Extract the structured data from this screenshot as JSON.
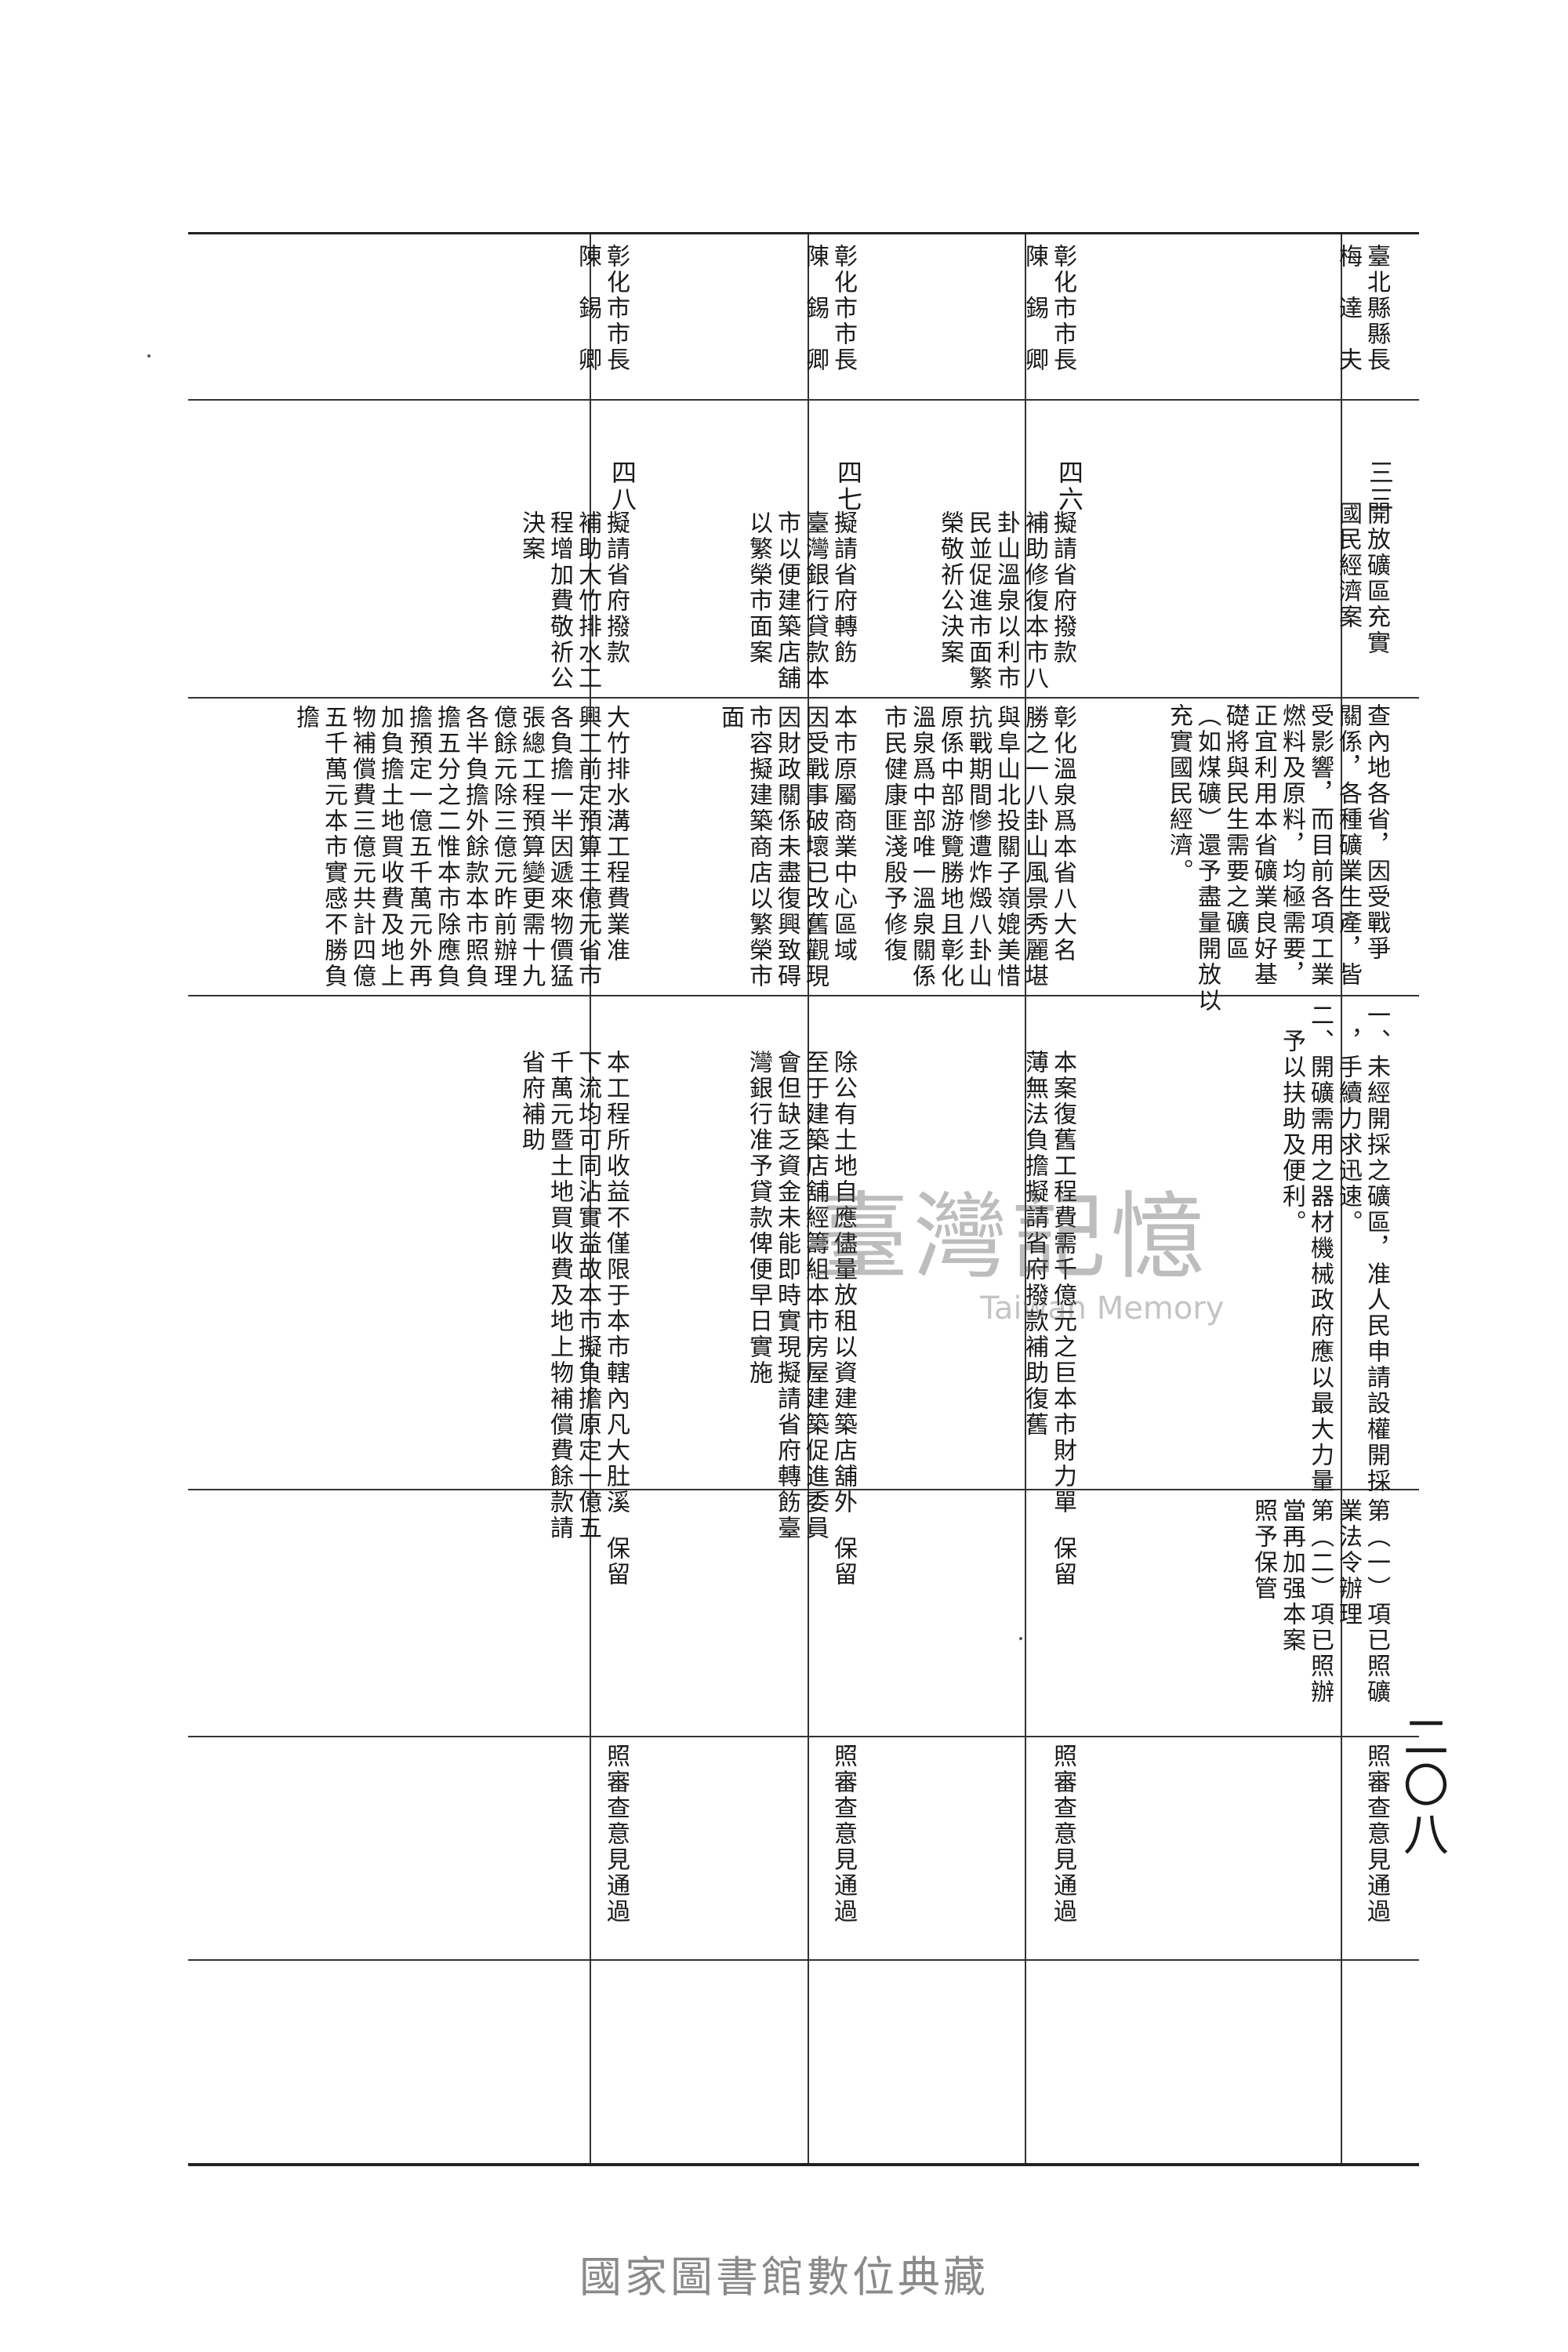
{
  "page_number": "二〇八",
  "watermark": {
    "chinese": "臺灣記憶",
    "english": "Taiwan Memory"
  },
  "footer": "國家圖書館數位典藏",
  "rows": [
    {
      "proposer": [
        "臺北縣縣長",
        "梅　達　夫"
      ],
      "number": "三三",
      "title": [
        "開放礦區充實",
        "國民經濟案"
      ],
      "reason": [
        "查內地各省，因受戰爭",
        "關係，各種礦業生產，皆",
        "受影響，而目前各項工業",
        "燃料及原料，均極需要，",
        "正宜利用本省礦業良好基",
        "礎將與民生需要之礦區",
        "（如煤礦）還予盡量開放以",
        "充實國民經濟。"
      ],
      "method": [
        "一、未經開採之礦區，准人民申請設權開採",
        "　，手續力求迅速。",
        "二、開礦需用之器材機械政府應以最大力量",
        "　予以扶助及便利。"
      ],
      "review": [
        "第（一）項已照礦",
        "業法令辦理",
        "第（二）項已照辦",
        "當再加强本案",
        "照予保管"
      ],
      "decision": "照審查意見通過"
    },
    {
      "proposer": [
        "彰化市市長",
        "陳　錫　卿"
      ],
      "number": "四六",
      "title": [
        "擬請省府撥款",
        "補助修復本市八",
        "卦山溫泉以利市",
        "民並促進市面繁",
        "榮敬祈公決案"
      ],
      "reason": [
        "彰化溫泉爲本省八大名",
        "勝之一八卦山風景秀麗堪",
        "與阜山北投關子嶺媲美惜",
        "抗戰期間慘遭炸燬八卦山",
        "原係中部游覽勝地且彰化",
        "溫泉爲中部唯一溫泉關係",
        "市民健康匪淺殷予修復"
      ],
      "method": [
        "本案復舊工程費需千億元之巨本市財力單",
        "薄無法負擔擬請省府撥款補助復舊"
      ],
      "review": [
        "保留"
      ],
      "decision": "照審查意見通過"
    },
    {
      "proposer": [
        "彰化市市長",
        "陳　錫　卿"
      ],
      "number": "四七",
      "title": [
        "擬請省府轉飭",
        "臺灣銀行貸款本",
        "市以便建築店舖",
        "以繁榮市面案"
      ],
      "reason": [
        "本市原屬商業中心區域",
        "因受戰事破壞已改舊觀現",
        "因財政關係未盡復興致碍",
        "市容擬建築商店以繁榮市",
        "面"
      ],
      "method": [
        "除公有土地自應儘量放租以資建築店舖外",
        "至于建築店舖經籌組本市房屋建築促進委員",
        "會但缺乏資金未能即時實現擬請省府轉飭臺",
        "灣銀行准予貸款俾便早日實施"
      ],
      "review": [
        "保留"
      ],
      "decision": "照審查意見通過"
    },
    {
      "proposer": [
        "彰化市市長",
        "陳　錫　卿"
      ],
      "number": "四八",
      "title": [
        "擬請省府撥款",
        "補助大竹排水工",
        "程增加費敬祈公",
        "決案"
      ],
      "reason": [
        "大竹排水溝工程費業准",
        "興工前定預算三億元省市",
        "各負擔一半因遞來物價猛",
        "張總工程預算變更需十九",
        "億餘元除三億元昨前辦理",
        "各半負擔外餘款本市照負",
        "擔五分之二惟本市除應負",
        "擔預定一億五千萬元外再",
        "加負擔土地買收費及地上",
        "物補償費三億元共計四億",
        "五千萬元本市實感不勝負",
        "擔"
      ],
      "method": [
        "本工程所收益不僅限于本市轄內凡大肚溪",
        "下流均可同沾實益故本市擬負擔原定一億五",
        "千萬元暨土地買收費及地上物補償費餘款請",
        "省府補助"
      ],
      "review": [
        "保留"
      ],
      "decision": "照審查意見通過"
    }
  ]
}
